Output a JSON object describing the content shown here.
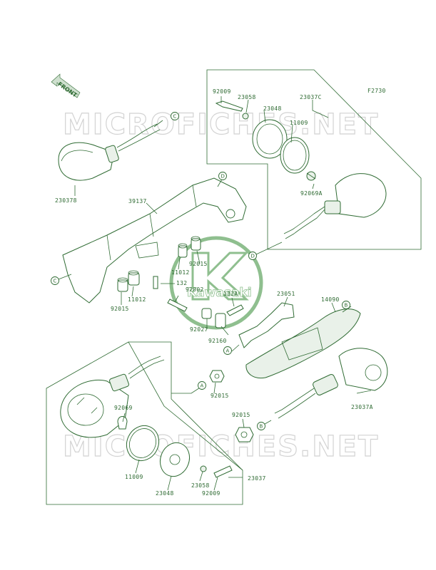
{
  "diagram_code": "F2730",
  "front_label": "FRONT",
  "watermark_text": "MICROFICHES.NET",
  "logo_text": "Kawasaki",
  "colors": {
    "line": "#2f6b33",
    "watermark": "#d3d3d3",
    "logo": "#8fbf8f"
  },
  "callouts": {
    "c_top": "C",
    "c_left": "C",
    "d_top": "D",
    "d_mid": "D",
    "b_right": "B",
    "b_low": "B",
    "a_mid": "A",
    "a_low": "A"
  },
  "parts": {
    "p_92009_top": "92009",
    "p_23058_top": "23058",
    "p_23037c": "23037C",
    "p_23048_top": "23048",
    "p_11009_top": "11009",
    "p_92069a": "92069A",
    "p_230378": "230378",
    "p_39137": "39137",
    "p_11012_mid": "11012",
    "p_92015_mid": "92015",
    "p_132": "132",
    "p_92002": "92002",
    "p_11012_low": "11012",
    "p_92015_left": "92015",
    "p_132a": "132A",
    "p_23051": "23051",
    "p_14090": "14090",
    "p_92027": "92027",
    "p_92160": "92160",
    "p_92015_a": "92015",
    "p_23037a": "23037A",
    "p_92069": "92069",
    "p_92015_b": "92015",
    "p_11009_low": "11009",
    "p_23048_low": "23048",
    "p_23058_low": "23058",
    "p_92009_low": "92009",
    "p_23037": "23037"
  }
}
